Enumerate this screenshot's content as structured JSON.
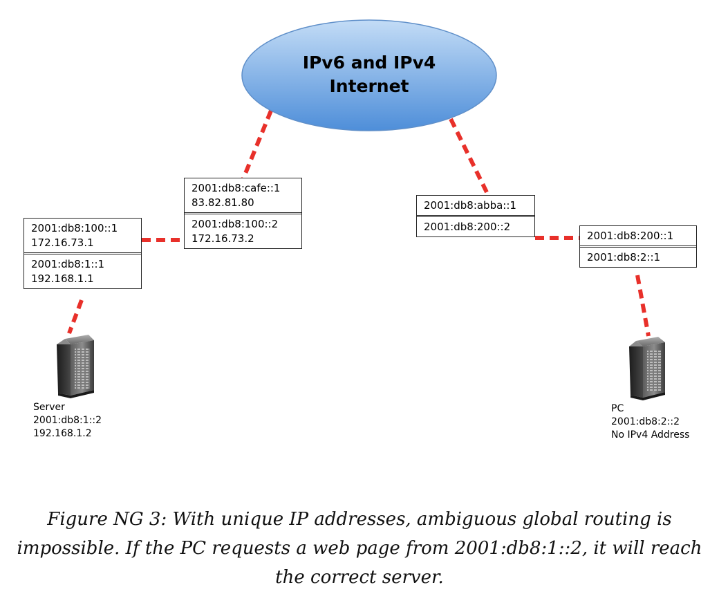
{
  "colors": {
    "link": "#e8302a",
    "cloud_top": "#c3dcf6",
    "cloud_bottom": "#4e8ed9",
    "box_border": "#222222"
  },
  "cloud": {
    "line1": "IPv6 and IPv4",
    "line2": "Internet"
  },
  "router_left": {
    "upstream": {
      "ipv6": "2001:db8:cafe::1",
      "ipv4": "83.82.81.80"
    },
    "downstream": {
      "ipv6": "2001:db8:100::2",
      "ipv4": "172.16.73.2"
    }
  },
  "router_server": {
    "upstream": {
      "ipv6": "2001:db8:100::1",
      "ipv4": "172.16.73.1"
    },
    "downstream": {
      "ipv6": "2001:db8:1::1",
      "ipv4": "192.168.1.1"
    }
  },
  "router_right": {
    "upstream": {
      "ipv6": "2001:db8:abba::1"
    },
    "downstream": {
      "ipv6": "2001:db8:200::2"
    }
  },
  "router_pc": {
    "upstream": {
      "ipv6": "2001:db8:200::1"
    },
    "downstream": {
      "ipv6": "2001:db8:2::1"
    }
  },
  "server": {
    "icon": "server-tower-icon",
    "name": "Server",
    "ipv6": "2001:db8:1::2",
    "ipv4": "192.168.1.2"
  },
  "pc": {
    "icon": "computer-tower-icon",
    "name": "PC",
    "ipv6": "2001:db8:2::2",
    "ipv4": "No IPv4 Address"
  },
  "caption": {
    "line1": "Figure NG 3: With unique IP addresses, ambiguous global routing is",
    "line2": "impossible. If the PC requests a web page from 2001:db8:1::2, it will reach",
    "line3": "the correct server."
  }
}
